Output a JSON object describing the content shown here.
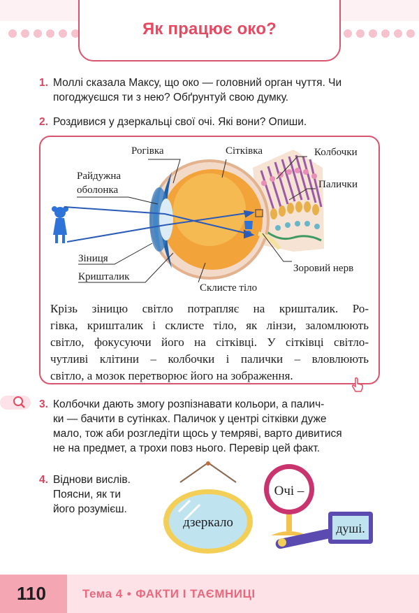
{
  "header": {
    "title": "Як працює око?"
  },
  "tasks": [
    {
      "num": "1.",
      "lines": [
        "Моллі сказала Максу, що око — головний орган чуття. Чи",
        "погоджуєшся ти з нею? Обґрунтуй свою думку."
      ]
    },
    {
      "num": "2.",
      "lines": [
        "Роздивися у дзеркальці свої очі. Які вони? Опиши."
      ]
    },
    {
      "num": "3.",
      "lines": [
        "Колбочки дають змогу розпізнавати кольори, а палич-",
        "ки — бачити в сутінках. Паличок у центрі сітківки дуже",
        "мало, тож аби розгледіти щось у темряві, варто дивитися",
        "не на предмет, а трохи повз нього. Перевір цей факт."
      ]
    },
    {
      "num": "4.",
      "lines": [
        "Віднови вислів.",
        "Поясни, як ти",
        "його розумієш."
      ]
    }
  ],
  "diagram": {
    "labels": {
      "cornea": "Рогівка",
      "retina": "Сітківка",
      "cones": "Колбочки",
      "iris_1": "Райдужна",
      "iris_2": "оболонка",
      "rods": "Палички",
      "pupil": "Зіниця",
      "lens": "Кришталик",
      "optic_nerve": "Зоровий нерв",
      "vitreous": "Склисте тіло"
    },
    "text_lines": [
      "Крізь зіницю світло потрапляє на кришталик. Ро-",
      "гівка, кришталик і склисте тіло, як лінзи, заломлюють",
      "світло, фокусуючи його на сітківці. У сітківці світло-",
      "чутливі клітини – колбочки і палички – вловлюють",
      "світло, а мозок перетворює його на зображення."
    ]
  },
  "saying": {
    "word1": "Очі –",
    "word2": "дзеркало",
    "word3": "душі."
  },
  "footer": {
    "page": "110",
    "topic": "Тема 4",
    "dot": "•",
    "subtitle": "ФАКТИ І ТАЄМНИЦІ"
  },
  "colors": {
    "accent": "#e64a62",
    "border": "#d9556f",
    "pink_light": "#fde3e7",
    "ray": "#2a5bb8"
  },
  "icons": [
    "hand-pointer-icon",
    "magnifier-icon"
  ]
}
